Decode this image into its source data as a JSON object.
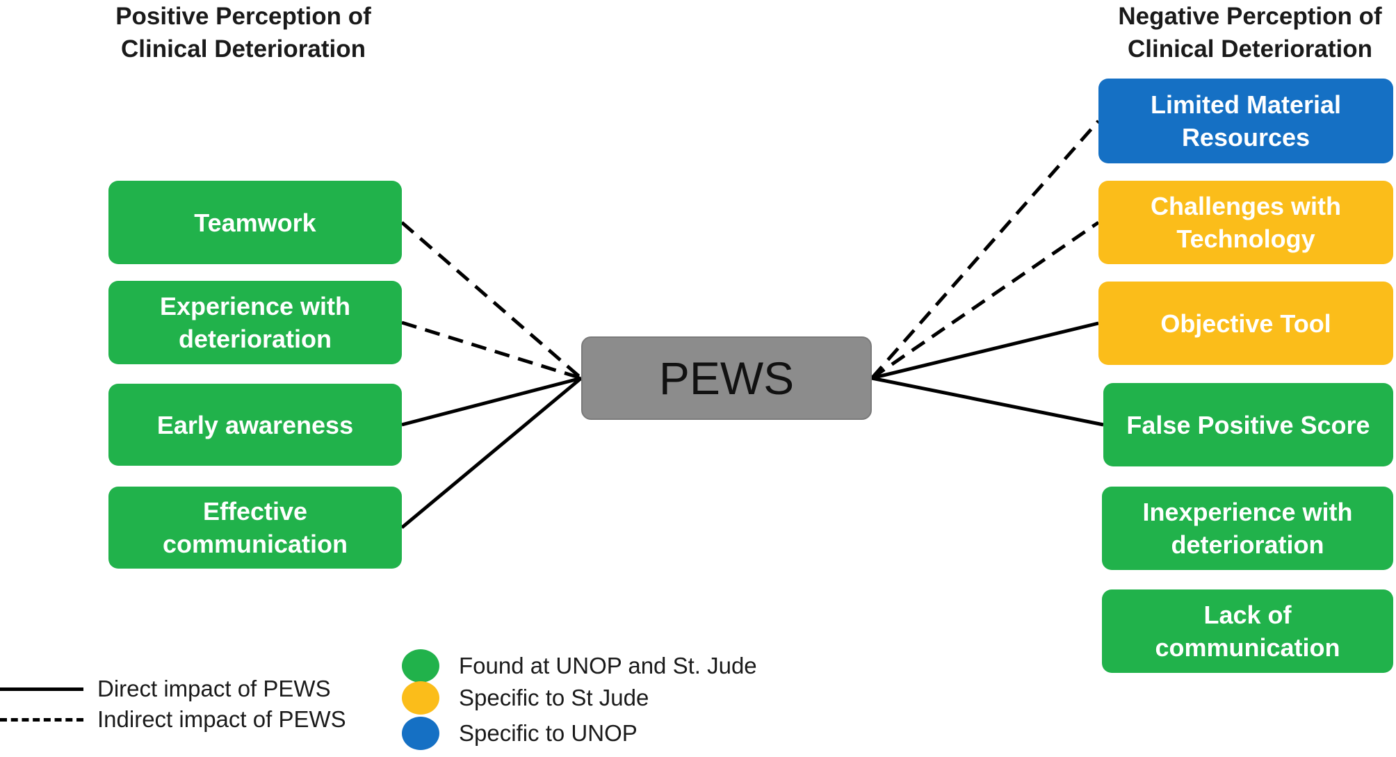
{
  "headings": {
    "positive": "Positive Perception of\nClinical Deterioration",
    "negative": "Negative Perception of\nClinical Deterioration"
  },
  "center": {
    "label": "PEWS",
    "color": "#8c8c8c"
  },
  "colors": {
    "both": "#21b24b",
    "st_jude": "#fbbd1a",
    "unop": "#1570c4",
    "line": "#000000"
  },
  "positive": [
    {
      "label": "Teamwork",
      "category": "both",
      "impact": "indirect"
    },
    {
      "label": "Experience with\ndeterioration",
      "category": "both",
      "impact": "indirect"
    },
    {
      "label": "Early awareness",
      "category": "both",
      "impact": "direct"
    },
    {
      "label": "Effective\ncommunication",
      "category": "both",
      "impact": "direct"
    }
  ],
  "negative": [
    {
      "label": "Limited Material\nResources",
      "category": "unop",
      "impact": "indirect"
    },
    {
      "label": "Challenges with\nTechnology",
      "category": "st_jude",
      "impact": "indirect"
    },
    {
      "label": "Objective Tool",
      "category": "st_jude",
      "impact": "direct"
    },
    {
      "label": "False Positive Score",
      "category": "both",
      "impact": "direct"
    },
    {
      "label": "Inexperience with\ndeterioration",
      "category": "both",
      "impact": "none"
    },
    {
      "label": "Lack of\ncommunication",
      "category": "both",
      "impact": "none"
    }
  ],
  "legend": {
    "lines": [
      {
        "style": "solid",
        "label": "Direct impact of PEWS"
      },
      {
        "style": "dashed",
        "label": "Indirect impact of PEWS"
      }
    ],
    "colors": [
      {
        "category": "both",
        "label": "Found at UNOP and St. Jude"
      },
      {
        "category": "st_jude",
        "label": "Specific to St Jude"
      },
      {
        "category": "unop",
        "label": "Specific to UNOP"
      }
    ]
  }
}
